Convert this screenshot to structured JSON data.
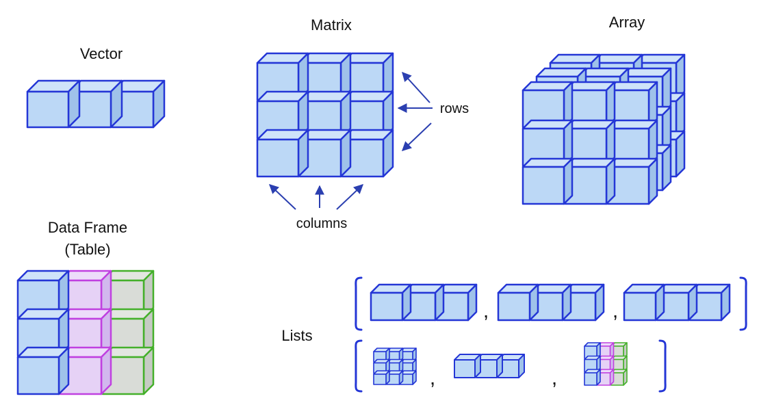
{
  "labels": {
    "vector": "Vector",
    "matrix": "Matrix",
    "array": "Array",
    "rows": "rows",
    "columns": "columns",
    "data_frame_line1": "Data Frame",
    "data_frame_line2": "(Table)",
    "lists": "Lists"
  },
  "colors": {
    "blue_fill": "#bcd8f6",
    "blue_top": "#cfe3f9",
    "blue_side": "#9fc2ea",
    "blue_stroke": "#2436d6",
    "pink_fill": "#e6d2f6",
    "pink_top": "#eddcfa",
    "pink_side": "#d2b8ee",
    "pink_stroke": "#c040e0",
    "green_fill": "#d9dcd7",
    "green_top": "#e3e6e1",
    "green_side": "#c6cbc4",
    "green_stroke": "#44b02a",
    "arrow": "#2b3fb0",
    "text": "#111111"
  },
  "list_separators": [
    ",",
    ",",
    ",",
    ","
  ]
}
